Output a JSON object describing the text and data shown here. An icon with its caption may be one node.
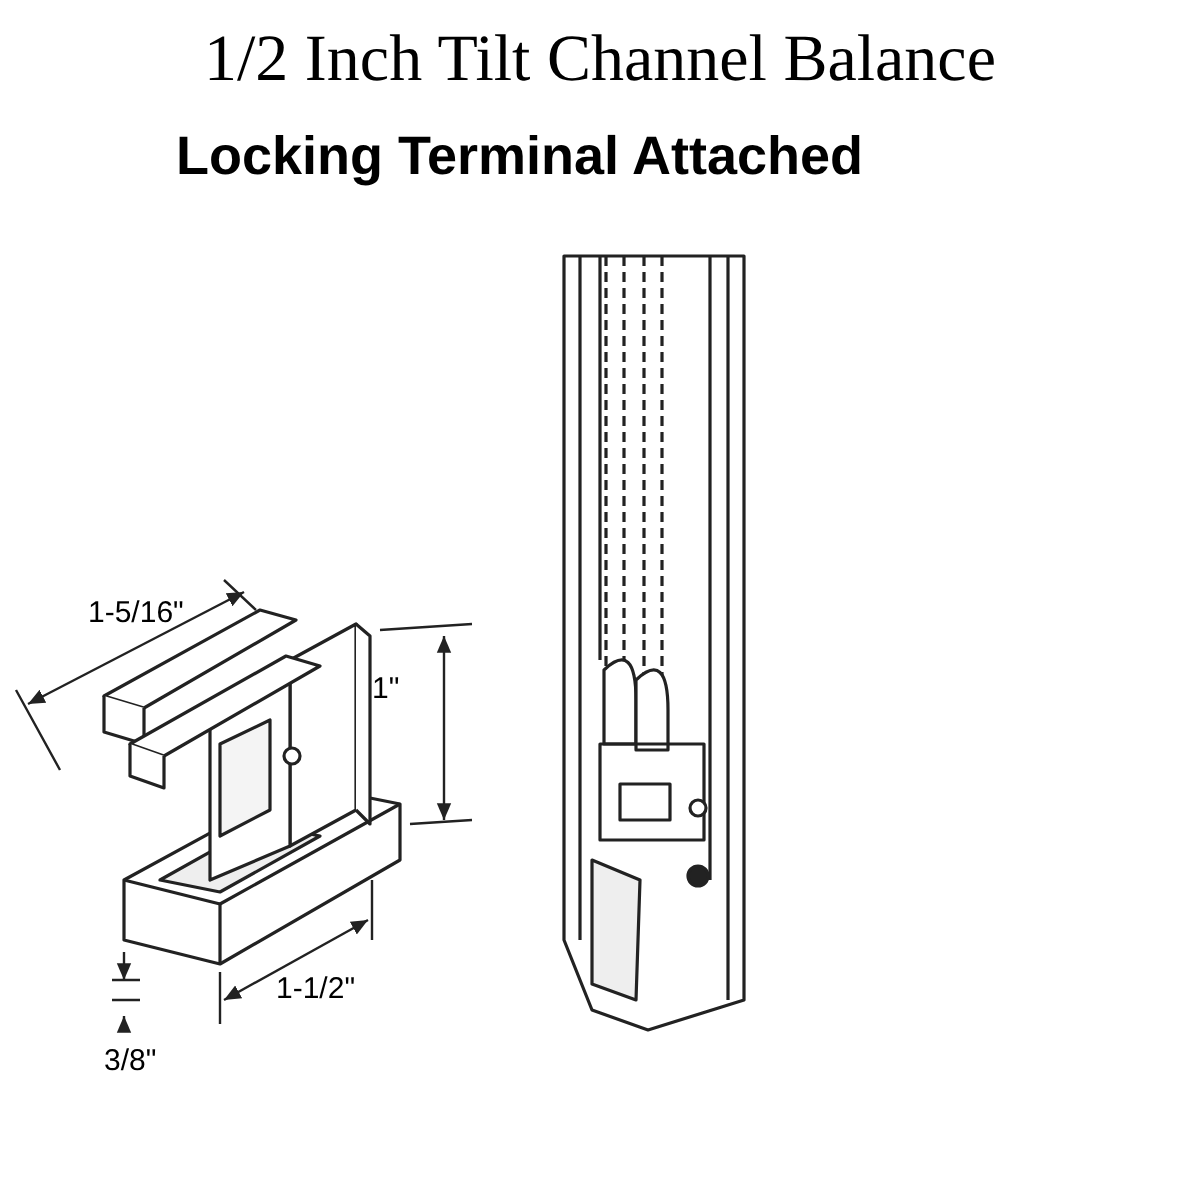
{
  "diagram": {
    "title": "1/2 Inch Tilt Channel Balance",
    "labels": [
      "Locking Terminal Attached",
      "1-5/16\"",
      "1\"",
      "1-1/2\"",
      "3/8\""
    ]
  }
}
